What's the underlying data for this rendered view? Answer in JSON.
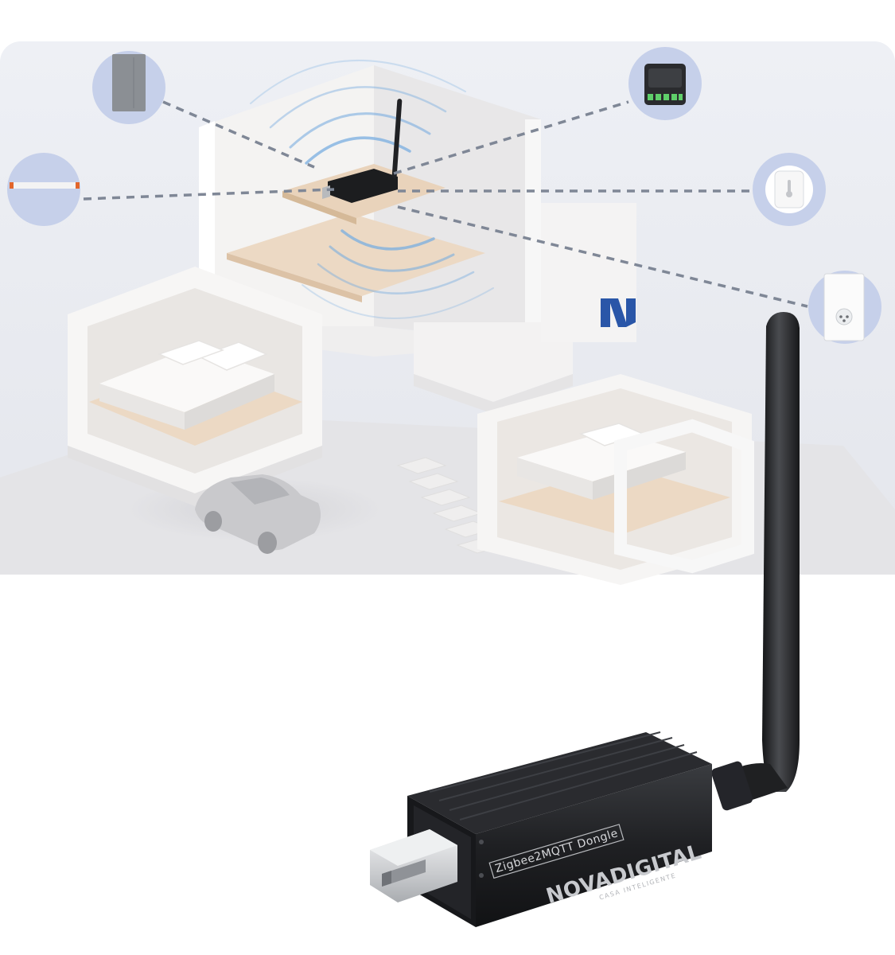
{
  "product": {
    "model_label": "Zigbee2MQTT Dongle",
    "brand_name": "NOVADIGITAL",
    "brand_tagline": "CASA INTELIGENTE"
  },
  "colors": {
    "backdrop": "#ecedf2",
    "wall_white": "#f6f5f4",
    "wall_shade": "#e3e2e4",
    "floor_wood": "#ead7c2",
    "floor_wood_dark": "#dcc2a6",
    "device_circle": "#c7d1ea",
    "signal_blue": "#6fa6d8",
    "dashed_line": "#7f8796",
    "dongle_black": "#1d1e21",
    "usb_metal": "#d6d8da"
  },
  "icons": [
    "wall-switch-icon",
    "curtain-motor-icon",
    "relay-module-icon",
    "temperature-sensor-icon",
    "wall-socket-icon",
    "nova-logo-icon"
  ]
}
